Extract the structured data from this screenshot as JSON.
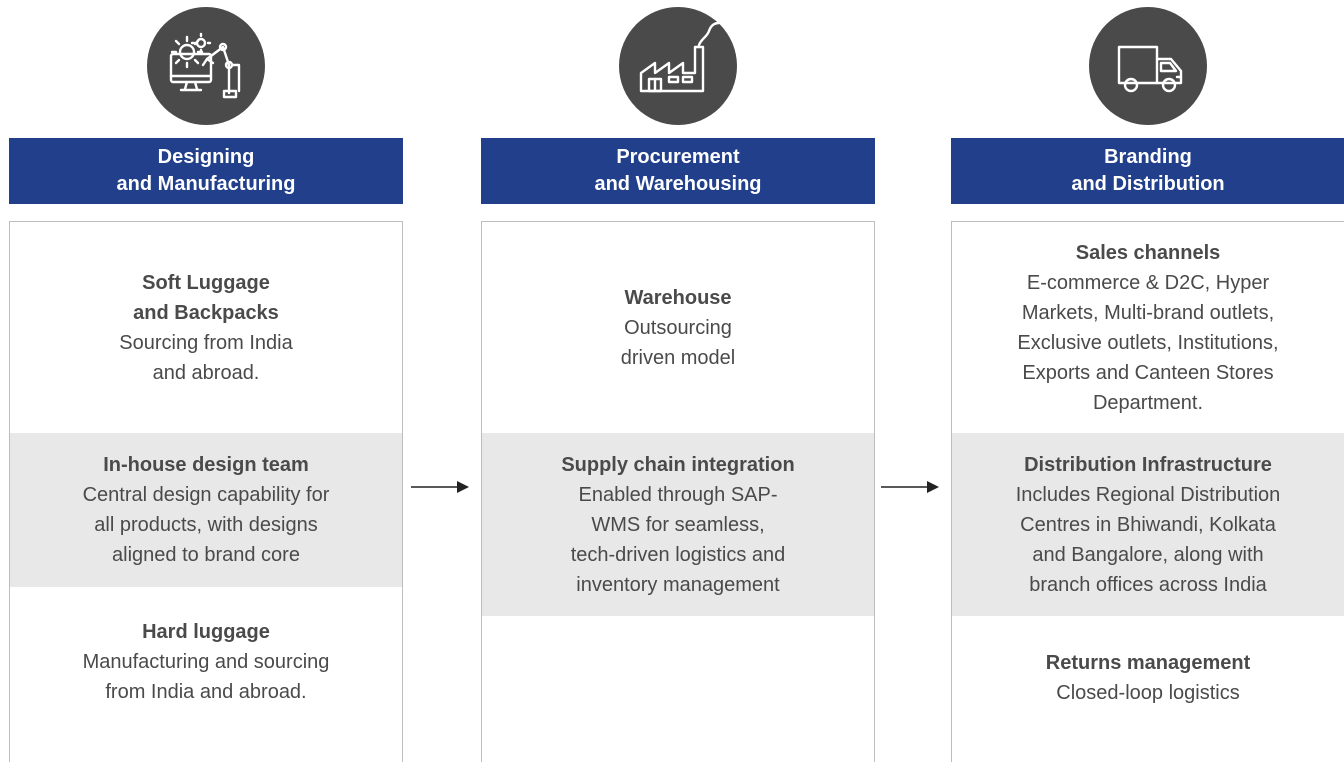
{
  "columns": [
    {
      "icon": "robotic-arm-computer-icon",
      "header_line1": "Designing",
      "header_line2": "and Manufacturing",
      "sections": [
        {
          "title": "Soft Luggage\nand Backpacks",
          "desc": "Sourcing from India\nand abroad."
        },
        {
          "title": "In-house design team",
          "desc": "Central design capability for\nall products, with designs\naligned to brand core"
        },
        {
          "title": "Hard luggage",
          "desc": "Manufacturing and sourcing\nfrom India and abroad."
        }
      ]
    },
    {
      "icon": "factory-warehouse-icon",
      "header_line1": "Procurement",
      "header_line2": "and Warehousing",
      "sections": [
        {
          "title": "Warehouse",
          "desc": "Outsourcing\ndriven model"
        },
        {
          "title": "Supply chain integration",
          "desc": "Enabled through SAP-\nWMS for seamless,\ntech-driven logistics and\ninventory management"
        }
      ]
    },
    {
      "icon": "delivery-truck-icon",
      "header_line1": "Branding",
      "header_line2": "and Distribution",
      "sections": [
        {
          "title": "Sales channels",
          "desc": "E-commerce & D2C, Hyper\nMarkets, Multi-brand outlets,\nExclusive outlets, Institutions,\nExports and Canteen Stores\nDepartment."
        },
        {
          "title": "Distribution Infrastructure",
          "desc": "Includes Regional Distribution\nCentres in Bhiwandi, Kolkata\nand Bangalore, along with\nbranch offices across India"
        },
        {
          "title": "Returns management",
          "desc": "Closed-loop logistics"
        }
      ]
    }
  ],
  "colors": {
    "header_bg": "#213f8a",
    "icon_bg": "#4a4a4a",
    "shade_bg": "#e8e8e8",
    "text": "#4a4a4a"
  }
}
